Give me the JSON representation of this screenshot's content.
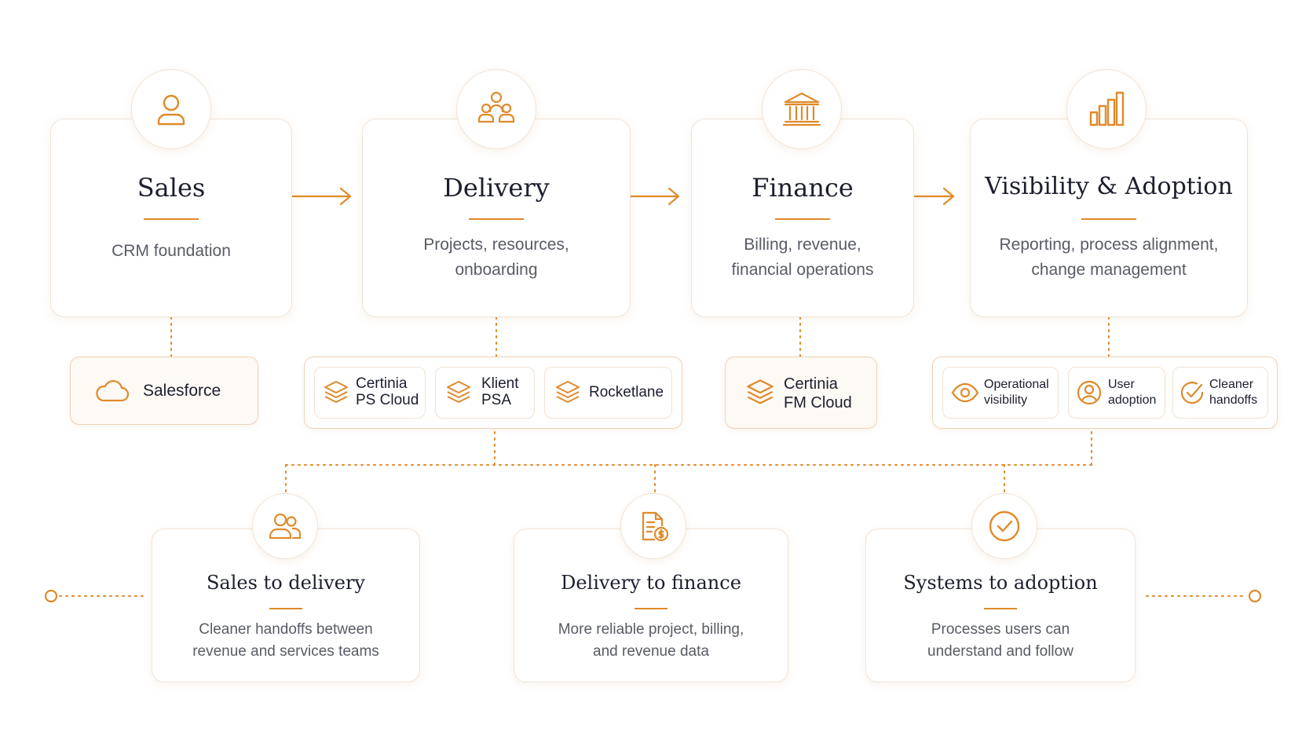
{
  "colors": {
    "accent": "#e08a2a",
    "title": "#1c1f2e",
    "body": "#585c66",
    "border": "#f1e3d4"
  },
  "stages": [
    {
      "title": "Sales",
      "desc_lines": [
        "CRM foundation"
      ],
      "icon": "user-icon"
    },
    {
      "title": "Delivery",
      "desc_lines": [
        "Projects, resources,",
        "onboarding"
      ],
      "icon": "team-icon"
    },
    {
      "title": "Finance",
      "desc_lines": [
        "Billing, revenue,",
        "financial operations"
      ],
      "icon": "bank-icon"
    },
    {
      "title": "Visibility & Adoption",
      "desc_lines": [
        "Reporting, process alignment,",
        "change management"
      ],
      "icon": "bar-chart-icon"
    }
  ],
  "tools": {
    "sales": {
      "label": "Salesforce",
      "icon": "cloud-icon"
    },
    "delivery": [
      {
        "lines": [
          "Certinia",
          "PS Cloud"
        ],
        "icon": "layers-icon"
      },
      {
        "lines": [
          "Klient",
          "PSA"
        ],
        "icon": "layers-icon"
      },
      {
        "lines": [
          "Rocketlane"
        ],
        "icon": "layers-icon"
      }
    ],
    "finance": {
      "lines": [
        "Certinia",
        "FM Cloud"
      ],
      "icon": "layers-icon"
    },
    "visibility": [
      {
        "lines": [
          "Operational",
          "visibility"
        ],
        "icon": "eye-icon"
      },
      {
        "lines": [
          "User",
          "adoption"
        ],
        "icon": "user-circle-icon"
      },
      {
        "lines": [
          "Cleaner",
          "handoffs"
        ],
        "icon": "check-circle-icon"
      }
    ]
  },
  "outcomes": [
    {
      "title": "Sales to delivery",
      "desc_lines": [
        "Cleaner handoffs between",
        "revenue and services teams"
      ],
      "icon": "users-icon"
    },
    {
      "title": "Delivery to finance",
      "desc_lines": [
        "More reliable project, billing,",
        "and revenue data"
      ],
      "icon": "invoice-dollar-icon"
    },
    {
      "title": "Systems to adoption",
      "desc_lines": [
        "Processes users can",
        "understand and follow"
      ],
      "icon": "check-circle-icon"
    }
  ]
}
